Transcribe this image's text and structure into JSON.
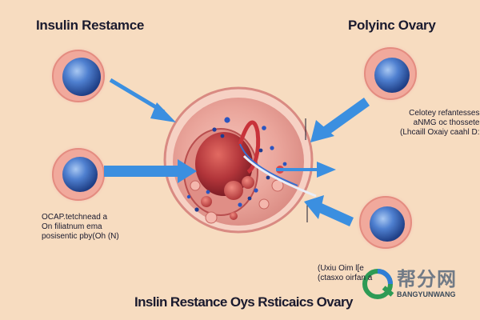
{
  "labels": {
    "top_left": "Insulin Restamce",
    "top_right": "Polyinc Ovary",
    "bottom_caption": "Inslin Restance Oys Rsticaics Ovary"
  },
  "notes": {
    "left": [
      "OCAP.tetchnead a",
      "On filiatnum ema",
      "posisentic pby(Oh (N)"
    ],
    "right": [
      "Celotey refantesses",
      "aNMG oc thossete",
      "(Lhcaill Oxaiy caahl D:"
    ],
    "bottom": [
      "(Uxiu Oim l[e",
      "(ctasxo oirfan a"
    ]
  },
  "watermark": {
    "text": "帮分网",
    "sub": "BANGYUNWANG"
  },
  "colors": {
    "background": "#f7dcc0",
    "arrow": "#3b8fe0",
    "cell_blue": "#3d6fc2",
    "tissue_pink": "#e9a3a0",
    "organ_red": "#c0393b"
  }
}
